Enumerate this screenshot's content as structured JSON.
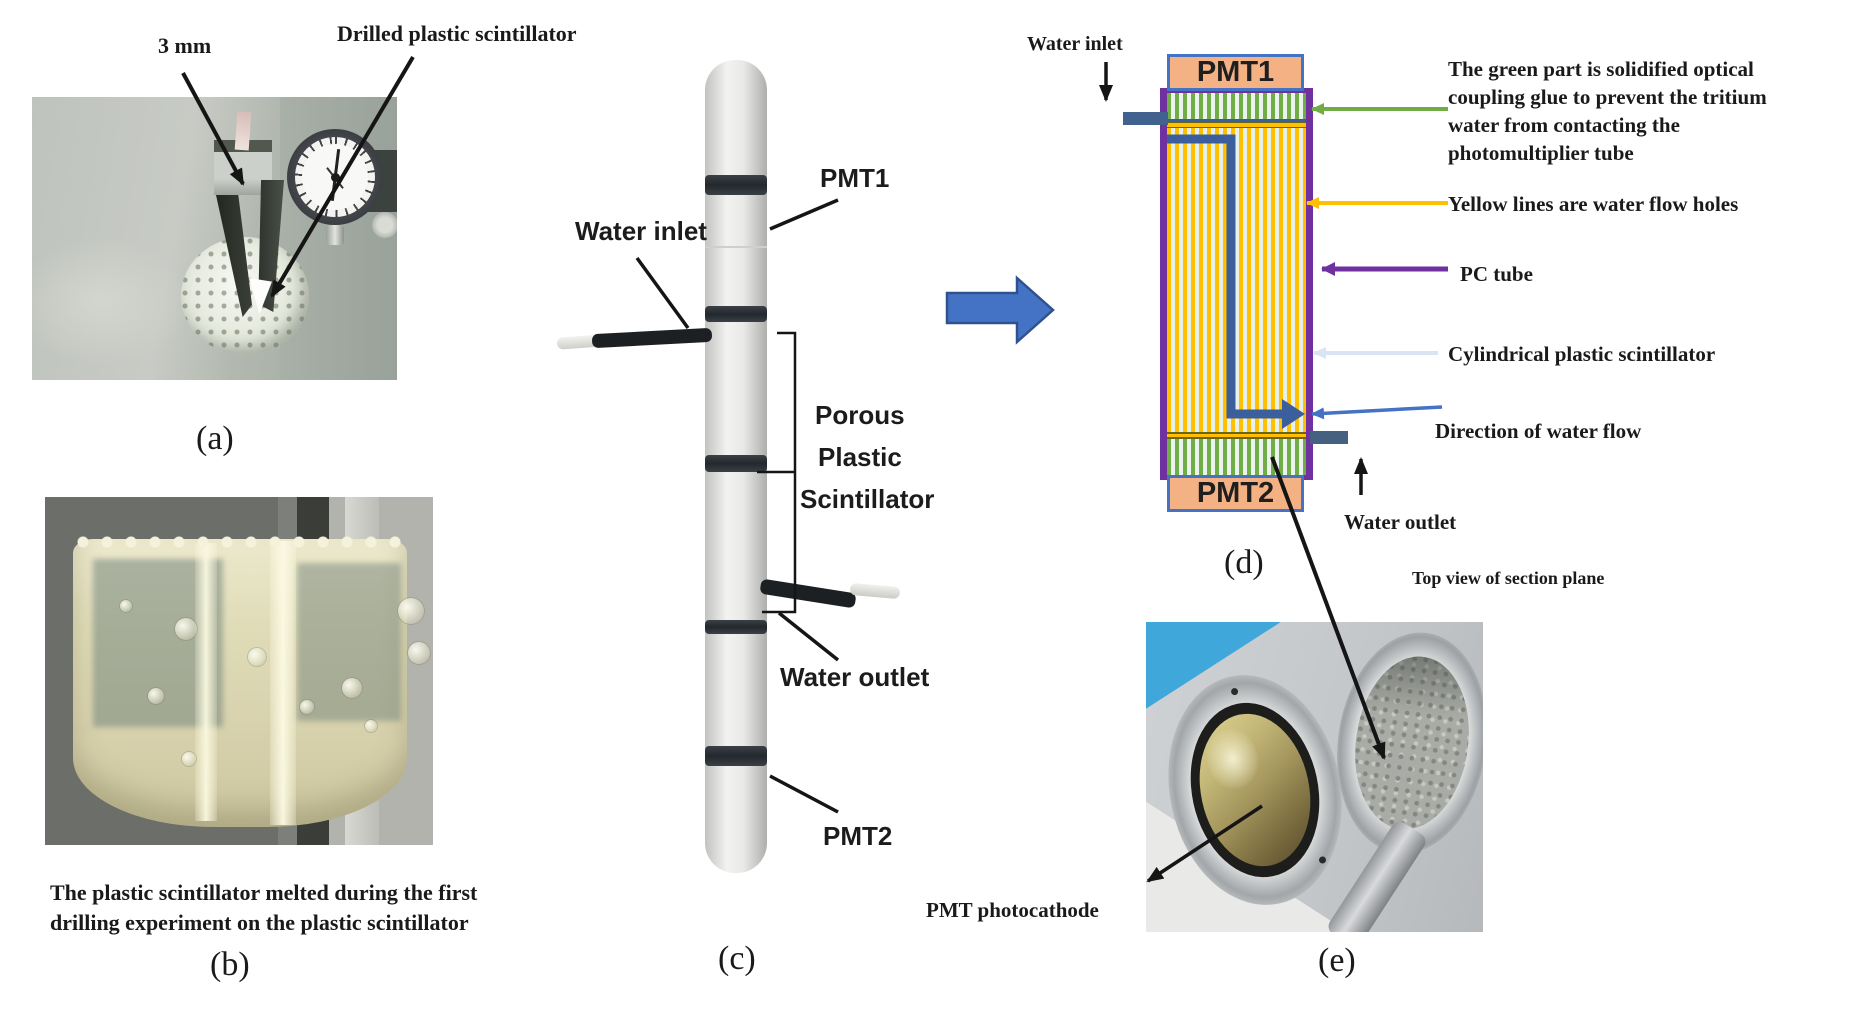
{
  "colors": {
    "ink": "#151515",
    "purple": "#7030A0",
    "yellow": "#FFC000",
    "green": "#70AD47",
    "blue_accent": "#4472C4",
    "blue_accent_border": "#2F528F",
    "pale_blue": "#D9E5F3",
    "pipe_blue": "#3A5F9C",
    "slate_pipe": "#46617F",
    "pmt_fill": "#F4B183"
  },
  "panel_a": {
    "label_thickness": "3 mm",
    "label_drilled": "Drilled plastic scintillator",
    "caption": "(a)"
  },
  "panel_b": {
    "note_lines": [
      "The plastic scintillator melted during the first",
      "drilling experiment on the plastic scintillator"
    ],
    "caption": "(b)"
  },
  "panel_c": {
    "pmt1": "PMT1",
    "water_inlet": "Water inlet",
    "porous_lines": [
      "Porous",
      "Plastic",
      "Scintillator"
    ],
    "water_outlet": "Water outlet",
    "pmt2": "PMT2",
    "caption": "(c)"
  },
  "panel_d": {
    "water_inlet": "Water inlet",
    "pmt1": "PMT1",
    "pmt2": "PMT2",
    "water_outlet": "Water outlet",
    "caption": "(d)",
    "green_note_lines": [
      "The green part is solidified optical",
      "coupling glue to prevent the tritium",
      "water from contacting the",
      "photomultiplier tube"
    ],
    "yellow_note": "Yellow lines are water flow holes",
    "pc_tube": "PC tube",
    "cylindrical": "Cylindrical plastic scintillator",
    "flow_direction": "Direction of water flow"
  },
  "panel_e": {
    "top_view": "Top view of section plane",
    "photocathode": "PMT photocathode",
    "caption": "(e)"
  }
}
